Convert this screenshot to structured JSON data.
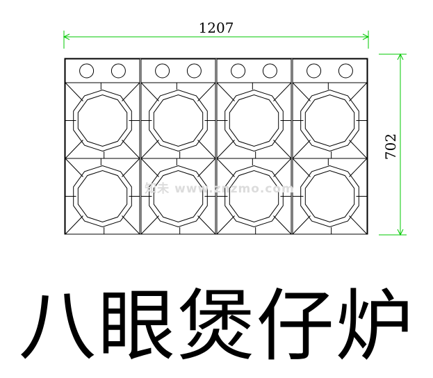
{
  "title": "八眼煲仔炉",
  "dimensions": {
    "width_label": "1207",
    "height_label": "702"
  },
  "watermark": "知未 www.znzmo.com",
  "layout": {
    "burner_rows": 2,
    "burner_columns": 4,
    "knobs_per_column": 2
  },
  "colors": {
    "dimension_line": "#00c800",
    "drawing_line": "#000000"
  }
}
